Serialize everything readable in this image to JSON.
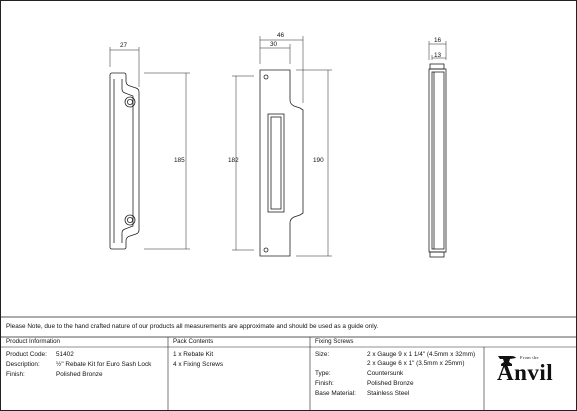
{
  "drawing": {
    "dimensions": {
      "front_width": "27",
      "front_height": "185",
      "plate_height": "182",
      "plate_overall_width": "46",
      "plate_width": "30",
      "plate_total_height": "190",
      "side_width": "16",
      "side_inner_width": "13"
    }
  },
  "note": "Please Note, due to the hand crafted nature of our products all measurements are approximate and should be used as a guide only.",
  "product_information": {
    "header": "Product Information",
    "rows": [
      {
        "label": "Product Code:",
        "value": "51402"
      },
      {
        "label": "Description:",
        "value": "½\" Rebate Kit for Euro Sash Lock"
      },
      {
        "label": "Finish:",
        "value": "Polished Bronze"
      }
    ]
  },
  "pack_contents": {
    "header": "Pack Contents",
    "items": [
      "1 x Rebate Kit",
      "4 x Fixing Screws"
    ]
  },
  "fixing_screws": {
    "header": "Fixing Screws",
    "size_label": "Size:",
    "size_values": [
      "2 x Gauge 9 x 1 1/4\" (4.5mm x 32mm)",
      "2 x Gauge 6 x 1\" (3.5mm x 25mm)"
    ],
    "rows": [
      {
        "label": "Type:",
        "value": "Countersunk"
      },
      {
        "label": "Finish:",
        "value": "Polished Bronze"
      },
      {
        "label": "Base Material:",
        "value": "Stainless Steel"
      }
    ]
  },
  "logo": {
    "small_text": "From the",
    "brand": "Anvil"
  }
}
